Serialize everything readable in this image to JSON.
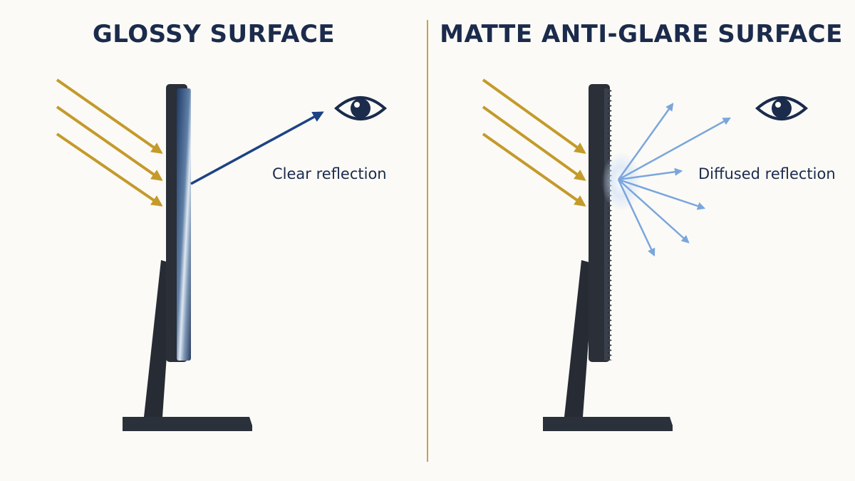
{
  "colors": {
    "background": "#fbfaf6",
    "title": "#1b2b4c",
    "divider": "#c6a24a",
    "incoming_light": "#c49a2a",
    "clear_reflection": "#1c4384",
    "diffused_reflection": "#7aa6dc",
    "monitor_dark": "#2b313b",
    "eye": "#1b2b4c"
  },
  "panels": {
    "glossy": {
      "title": "GLOSSY SURFACE",
      "caption": "Clear reflection",
      "eye_icon": "eye-icon"
    },
    "matte": {
      "title": "MATTE ANTI-GLARE SURFACE",
      "caption": "Diffused reflection",
      "eye_icon": "eye-icon"
    }
  }
}
